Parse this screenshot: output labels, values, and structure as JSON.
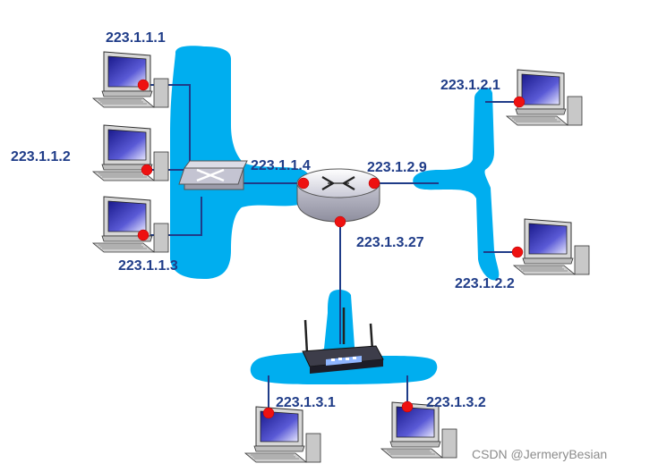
{
  "colors": {
    "subnet_blob": "#00aeef",
    "link_line": "#1f3c88",
    "address_text": "#1f3c88",
    "interface_dot": "#ee1111",
    "watermark": "#8c8c8c"
  },
  "icons": {
    "host": "desktop-computer-icon",
    "switch": "ethernet-switch-icon",
    "router": "router-icon",
    "wireless_ap": "wireless-access-point-icon"
  },
  "labels": {
    "host_1_1_1": "223.1.1.1",
    "host_1_1_2": "223.1.1.2",
    "host_1_1_3": "223.1.1.3",
    "router_1_1_4": "223.1.1.4",
    "router_1_2_9": "223.1.2.9",
    "router_1_3_27": "223.1.3.27",
    "host_1_2_1": "223.1.2.1",
    "host_1_2_2": "223.1.2.2",
    "host_1_3_1": "223.1.3.1",
    "host_1_3_2": "223.1.3.2"
  },
  "watermark": "CSDN @JermeryBesian"
}
